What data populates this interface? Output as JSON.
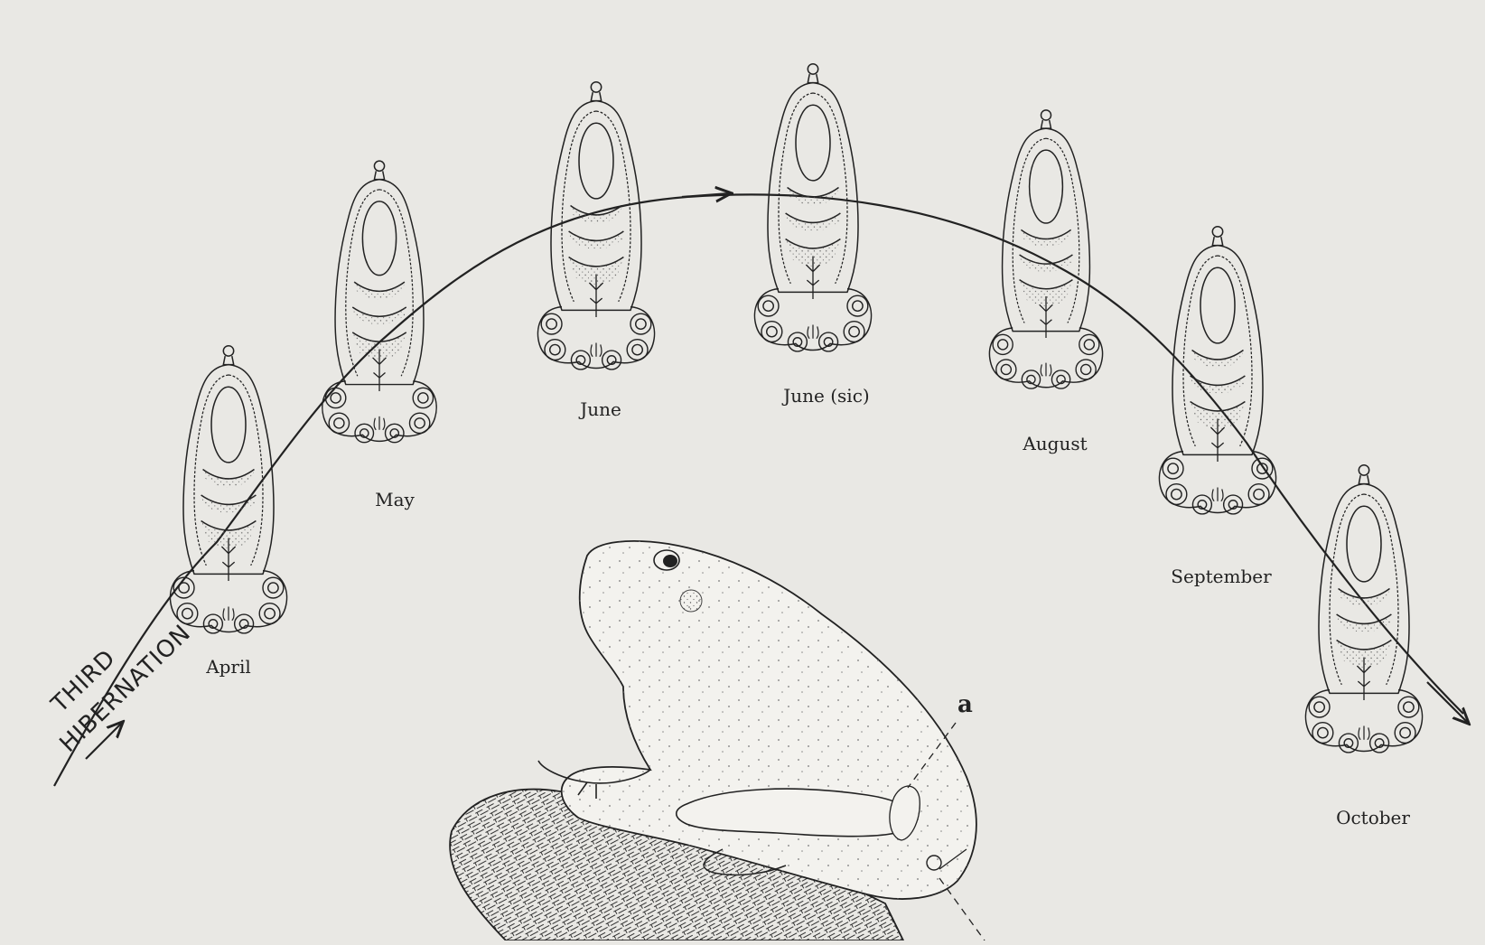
{
  "hibernation": {
    "line1": "THIRD",
    "line2": "HIBERNATION"
  },
  "stages": [
    {
      "label": "April"
    },
    {
      "label": "May"
    },
    {
      "label": "June"
    },
    {
      "label": "June (sic)"
    },
    {
      "label": "August"
    },
    {
      "label": "September"
    },
    {
      "label": "October"
    }
  ],
  "frog": {
    "callout_label": "a"
  }
}
